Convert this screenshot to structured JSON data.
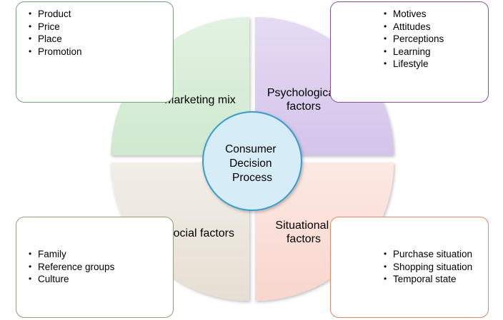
{
  "center": {
    "lines": [
      "Consumer",
      "Decision",
      "Process"
    ]
  },
  "quadrants": [
    {
      "id": "marketing-mix",
      "lines": [
        "Marketing mix"
      ],
      "fill": "#d9eed9",
      "fill_top": "#e2f2e2",
      "fill_bottom": "#cfe9cf",
      "items": [
        "Product",
        "Price",
        "Place",
        "Promotion"
      ],
      "box_border": "#7aa27a"
    },
    {
      "id": "psychological-factors",
      "lines": [
        "Psychological",
        "factors"
      ],
      "fill": "#ddd0ee",
      "fill_top": "#e6dbf3",
      "fill_bottom": "#d3c4ea",
      "items": [
        "Motives",
        "Attitudes",
        "Perceptions",
        "Learning",
        "Lifestyle"
      ],
      "box_border": "#8d4f97"
    },
    {
      "id": "social-factors",
      "lines": [
        "Social factors"
      ],
      "fill": "#ece7de",
      "fill_top": "#f2eee8",
      "fill_bottom": "#e6dfd3",
      "items": [
        "Family",
        "Reference groups",
        "Culture"
      ],
      "box_border": "#9a9a84"
    },
    {
      "id": "situational-factors",
      "lines": [
        "Situational",
        "factors"
      ],
      "fill": "#fbe1da",
      "fill_top": "#fde9e4",
      "fill_bottom": "#f8d6cd",
      "items": [
        "Purchase situation",
        "Shopping situation",
        "Temporal state"
      ],
      "box_border": "#e0866a"
    }
  ],
  "colors": {
    "center_fill": "#d6ecf6",
    "center_stroke": "#3b9ccc"
  }
}
